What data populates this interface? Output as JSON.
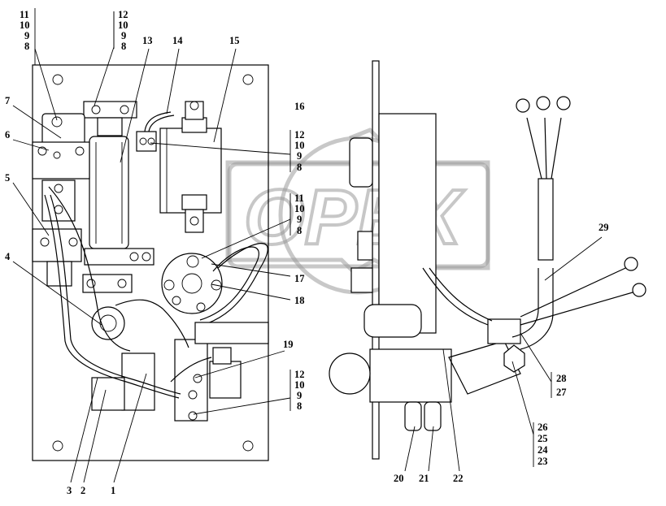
{
  "watermark": {
    "text": "OPEX",
    "color": "#9a9a9a"
  },
  "callouts": {
    "c1": "1",
    "c2": "2",
    "c3": "3",
    "c4": "4",
    "c5": "5",
    "c6": "6",
    "c7": "7",
    "c13": "13",
    "c14": "14",
    "c15": "15",
    "c16": "16",
    "c17": "17",
    "c18": "18",
    "c19": "19",
    "c20": "20",
    "c21": "21",
    "c22": "22",
    "c29": "29"
  },
  "stacks": {
    "top_left": [
      "11",
      "10",
      "9",
      "8"
    ],
    "top_mid": [
      "12",
      "10",
      "9",
      "8"
    ],
    "right_upper": [
      "12",
      "10",
      "9",
      "8"
    ],
    "right_mid": [
      "11",
      "10",
      "9",
      "8"
    ],
    "right_lower": [
      "12",
      "10",
      "9",
      "8"
    ],
    "far_right_a": [
      "28",
      "27"
    ],
    "far_right_b": [
      "26",
      "25",
      "24",
      "23"
    ]
  }
}
